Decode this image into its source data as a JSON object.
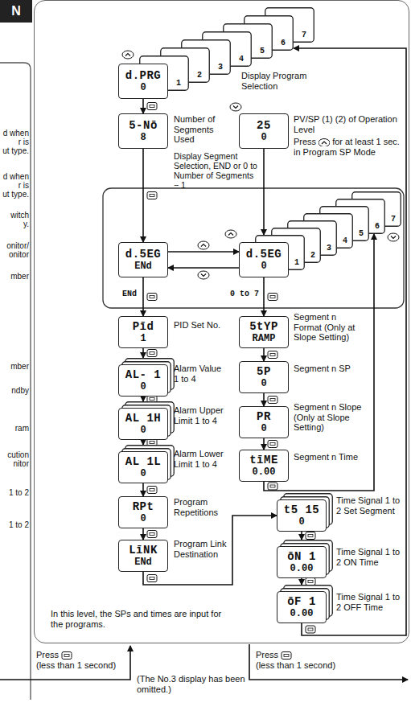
{
  "diagram": {
    "nodes": [
      {
        "text": [
          "In this level, the SPs and times are input for the programs."
        ]
      },
      {
        "text": [
          "d.PRG",
          "0"
        ],
        "in": 0
      },
      {
        "text": [
          "5-Nō",
          "8"
        ],
        "in": 0
      },
      {
        "text": [
          "25",
          "0"
        ],
        "in": 0
      },
      {
        "text": [
          "d.5EG",
          "ENd"
        ],
        "in": 0
      },
      {
        "text": [
          "d.5EG",
          "0"
        ],
        "in": 0
      },
      {
        "text": [
          "Pīd",
          "1"
        ],
        "in": 0
      },
      {
        "text": [
          "AL- 1",
          "0"
        ],
        "in": 0
      },
      {
        "text": [
          "AL 1H",
          "0"
        ],
        "in": 0
      },
      {
        "text": [
          "AL 1L",
          "0"
        ],
        "in": 0
      },
      {
        "text": [
          "RPt",
          "0"
        ],
        "in": 0
      },
      {
        "text": [
          "LīNK",
          "ENd"
        ],
        "in": 0
      },
      {
        "text": [
          "5tYP",
          "RAMP"
        ],
        "in": 0
      },
      {
        "text": [
          "5P",
          "0"
        ],
        "in": 0
      },
      {
        "text": [
          "PR",
          "0"
        ],
        "in": 0
      },
      {
        "text": [
          "tīME",
          "0.00"
        ],
        "in": 0
      },
      {
        "text": [
          "t5 15",
          "0"
        ],
        "in": 0
      },
      {
        "text": [
          "ōN 1",
          "0.00"
        ],
        "in": 0
      },
      {
        "text": [
          "ōF 1",
          "0.00"
        ],
        "in": 0
      }
    ],
    "edges": [
      {
        "from": 1,
        "to": 2,
        "arrow": "to"
      },
      {
        "from": 2,
        "to": 4,
        "arrow": "to"
      },
      {
        "from": 4,
        "to": 5,
        "arrow": "to"
      },
      {
        "from": 5,
        "to": 4,
        "arrow": "to"
      },
      {
        "from": 3,
        "to": 5,
        "arrow": "to"
      },
      {
        "from": 4,
        "to": 6,
        "arrow": "to",
        "label": "ENd"
      },
      {
        "from": 6,
        "to": 7,
        "arrow": "to"
      },
      {
        "from": 7,
        "to": 8,
        "arrow": "to"
      },
      {
        "from": 8,
        "to": 9,
        "arrow": "to"
      },
      {
        "from": 9,
        "to": 10,
        "arrow": "to"
      },
      {
        "from": 10,
        "to": 11,
        "arrow": "to"
      },
      {
        "from": 11,
        "to": 16,
        "arrow": "to"
      },
      {
        "from": 16,
        "to": 17,
        "arrow": "to"
      },
      {
        "from": 17,
        "to": 18,
        "arrow": "to"
      },
      {
        "from": 5,
        "to": 12,
        "arrow": "to",
        "label": "0 to 7"
      },
      {
        "from": 12,
        "to": 13,
        "arrow": "to"
      },
      {
        "from": 13,
        "to": 14,
        "arrow": "to"
      },
      {
        "from": 14,
        "to": 15,
        "arrow": "to"
      },
      {
        "from": 15,
        "to": 5,
        "arrow": "to"
      },
      {
        "from": 18,
        "to": 1,
        "arrow": "to"
      }
    ],
    "labels": [
      "N",
      "d when",
      "r is",
      "ut type.",
      "d when",
      "r is",
      "ut type.",
      "witch",
      "y.",
      "onitor/",
      "onitor",
      "mber",
      "mber",
      "ndby",
      "ram",
      "cution",
      "nitor",
      "1 to 2",
      "1 to 2",
      "1",
      "2",
      "3",
      "4",
      "5",
      "6",
      "7",
      "Display Program Selection",
      "Number of Segments Used",
      "Display Segment Selection, END or 0 to Number of Segments − 1",
      "PV/SP (1) (2) of Operation Level",
      "Press",
      "for at least 1 sec. in Program SP Mode",
      "1",
      "2",
      "3",
      "4",
      "5",
      "6",
      "7",
      "PID Set No.",
      "Alarm Value 1 to 4",
      "Alarm Upper Limit 1 to 4",
      "Alarm Lower Limit 1 to 4",
      "Program Repetitions",
      "Program Link Destination",
      "Segment n Format (Only at Slope Setting)",
      "Segment n SP",
      "Segment n Slope (Only at Slope Setting)",
      "Segment n Time",
      "Time Signal 1 to 2 Set Segment",
      "Time Signal 1 to 2 ON Time",
      "Time Signal 1 to 2 OFF Time",
      "Press",
      "(less than 1 second)",
      "(The No.3 display has been omitted.)",
      "Press",
      "(less than 1 second)"
    ]
  }
}
